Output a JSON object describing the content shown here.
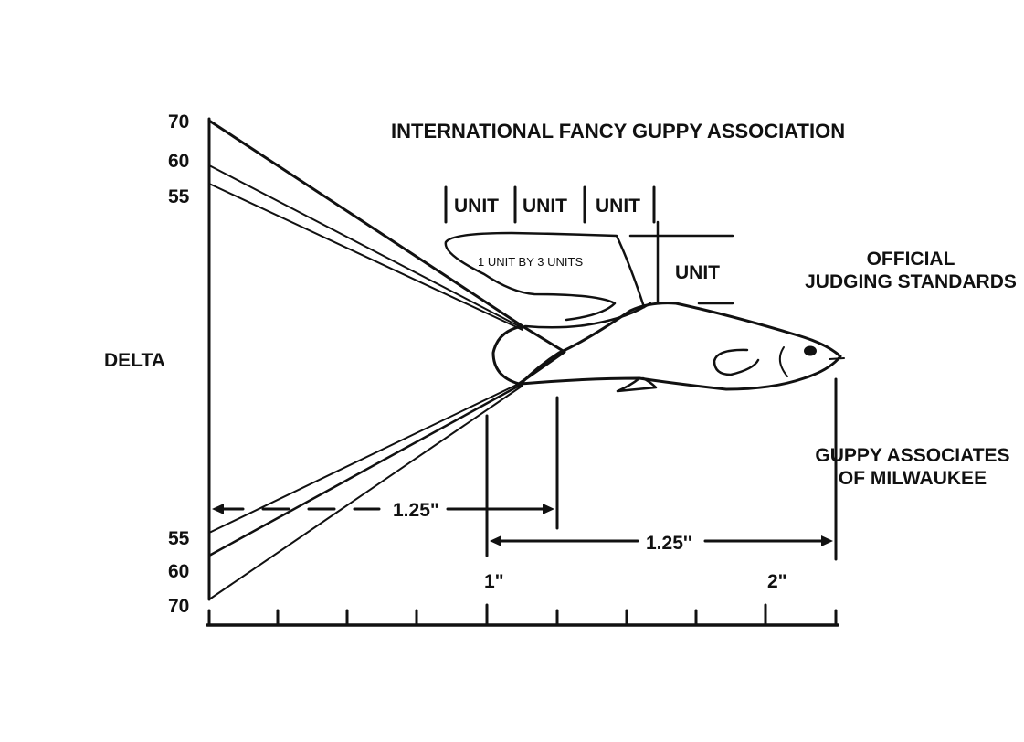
{
  "title": "INTERNATIONAL FANCY GUPPY ASSOCIATION",
  "subtitle_lines": [
    "OFFICIAL",
    "JUDGING STANDARDS"
  ],
  "club_lines": [
    "GUPPY ASSOCIATES",
    "OF MILWAUKEE"
  ],
  "tail_type": "DELTA",
  "angle_labels_top": [
    "70",
    "60",
    "55"
  ],
  "angle_labels_bottom": [
    "55",
    "60",
    "70"
  ],
  "unit_labels": [
    "UNIT",
    "UNIT",
    "UNIT"
  ],
  "unit_right_label": "UNIT",
  "dorsal_label": "1 UNIT BY 3 UNITS",
  "measure_tail": "1.25\"",
  "measure_body": "1.25''",
  "ruler_labels": [
    "1\"",
    "2\""
  ],
  "colors": {
    "ink": "#111111",
    "paper": "#ffffff"
  }
}
